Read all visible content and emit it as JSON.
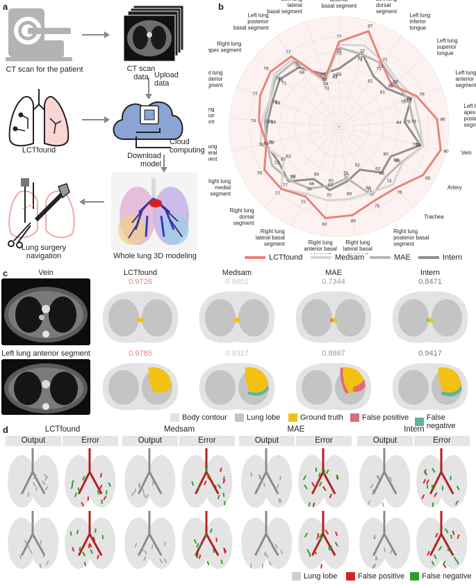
{
  "panel_a": {
    "letter": "a",
    "ct_scan_label": "CT scan for the patient",
    "ct_data_label": "CT scan\ndata",
    "upload_label": "Upload\ndata",
    "lctfound_label": "LCTfound",
    "cloud_label": "Cloud\ncomputing",
    "download_label": "Download\nmodel",
    "surgery_label": "Lung surgery\nnavigation",
    "modeling_label": "Whole lung 3D modeling"
  },
  "panel_b": {
    "letter": "b",
    "chart_data": {
      "type": "radar",
      "categories": [
        "Left lung\nanterior\nbasal segment",
        "Left lung\ndorsal\nsegment",
        "Left lung\ninferior\ntongue",
        "Left lung\nsuperior\ntongue",
        "Left lung\nanterior\nsegment",
        "Left lung\napex\nposterior\nsegment",
        "Vein",
        "Artery",
        "Trachea",
        "Right lung\nposterior basal\nsegment",
        "Right lung\nlateral basal\nsegment",
        "Right lung\nanterior basal\nsegment",
        "Right lung\nlateral basal\nsegment",
        "Right lung\ndorsal\nsegment",
        "Right lung\nmedial\nsegment",
        "Right lung\nlateral\nsegment",
        "Right lung\nanterior\nsegment",
        "Right lung\nposterior\nsegment",
        "Right lung\napex segment",
        "Left lung\nposterior\nbasal segment",
        "Left lung\nlateral\nbasal segment"
      ],
      "series": [
        {
          "name": "LCTfound",
          "color": "#e8837a",
          "values": [
            77,
            87,
            71,
            65,
            76,
            86,
            90,
            85,
            76,
            75,
            80,
            82,
            72,
            77,
            78,
            70,
            74,
            77,
            79,
            77,
            53
          ]
        },
        {
          "name": "Medsam",
          "color": "#d6d6d6",
          "values": [
            75,
            77,
            73,
            70,
            74,
            74,
            78,
            69,
            73,
            69,
            69,
            70,
            70,
            77,
            63,
            74,
            72,
            70,
            76,
            75,
            51
          ]
        },
        {
          "name": "MAE",
          "color": "#b7b7b7",
          "values": [
            73,
            71,
            71,
            68,
            70,
            70,
            78,
            68,
            66,
            71,
            55,
            60,
            66,
            69,
            72,
            70,
            70,
            70,
            74,
            73,
            54
          ]
        },
        {
          "name": "Intern",
          "color": "#8f8f8f",
          "values": [
            59,
            72,
            61,
            61,
            72,
            64,
            76,
            60,
            62,
            52,
            57,
            63,
            59,
            70,
            67,
            71,
            68,
            68,
            71,
            68,
            57
          ]
        }
      ],
      "extra_labels": [
        {
          "text": "39",
          "angle_index": 0,
          "radius": 0.48
        },
        {
          "text": "43",
          "angle_index": 0,
          "radius": 0.46
        }
      ],
      "r_range": [
        20,
        90
      ]
    }
  },
  "panel_c": {
    "letter": "c",
    "row1_label": "Vein",
    "row2_label": "Left lung anterior segment",
    "methods": [
      "LCTfound",
      "Medsam",
      "MAE",
      "Intern"
    ],
    "row1_scores": [
      "0.9726",
      "0.9601",
      "0.7344",
      "0.8471"
    ],
    "row2_scores": [
      "0.9785",
      "0.9317",
      "0.8867",
      "0.9417"
    ],
    "score_colors": [
      "#e8837a",
      "#c8c8c8",
      "#9a9a9a",
      "#7a7a7a"
    ],
    "legend": [
      {
        "label": "Body contour",
        "color": "#e3e3e3"
      },
      {
        "label": "Lung lobe",
        "color": "#c4c4c4"
      },
      {
        "label": "Ground truth",
        "color": "#f2c114"
      },
      {
        "label": "False positive",
        "color": "#e06a7a"
      },
      {
        "label": "False negative",
        "color": "#5fb39c"
      }
    ]
  },
  "panel_d": {
    "letter": "d",
    "methods": [
      "LCTfound",
      "Medsam",
      "MAE",
      "Intern"
    ],
    "output_label": "Output",
    "error_label": "Error",
    "legend": [
      {
        "label": "Lung lobe",
        "color": "#cfcfcf"
      },
      {
        "label": "False positive",
        "color": "#d32424"
      },
      {
        "label": "False negative",
        "color": "#2aa02a"
      }
    ]
  }
}
